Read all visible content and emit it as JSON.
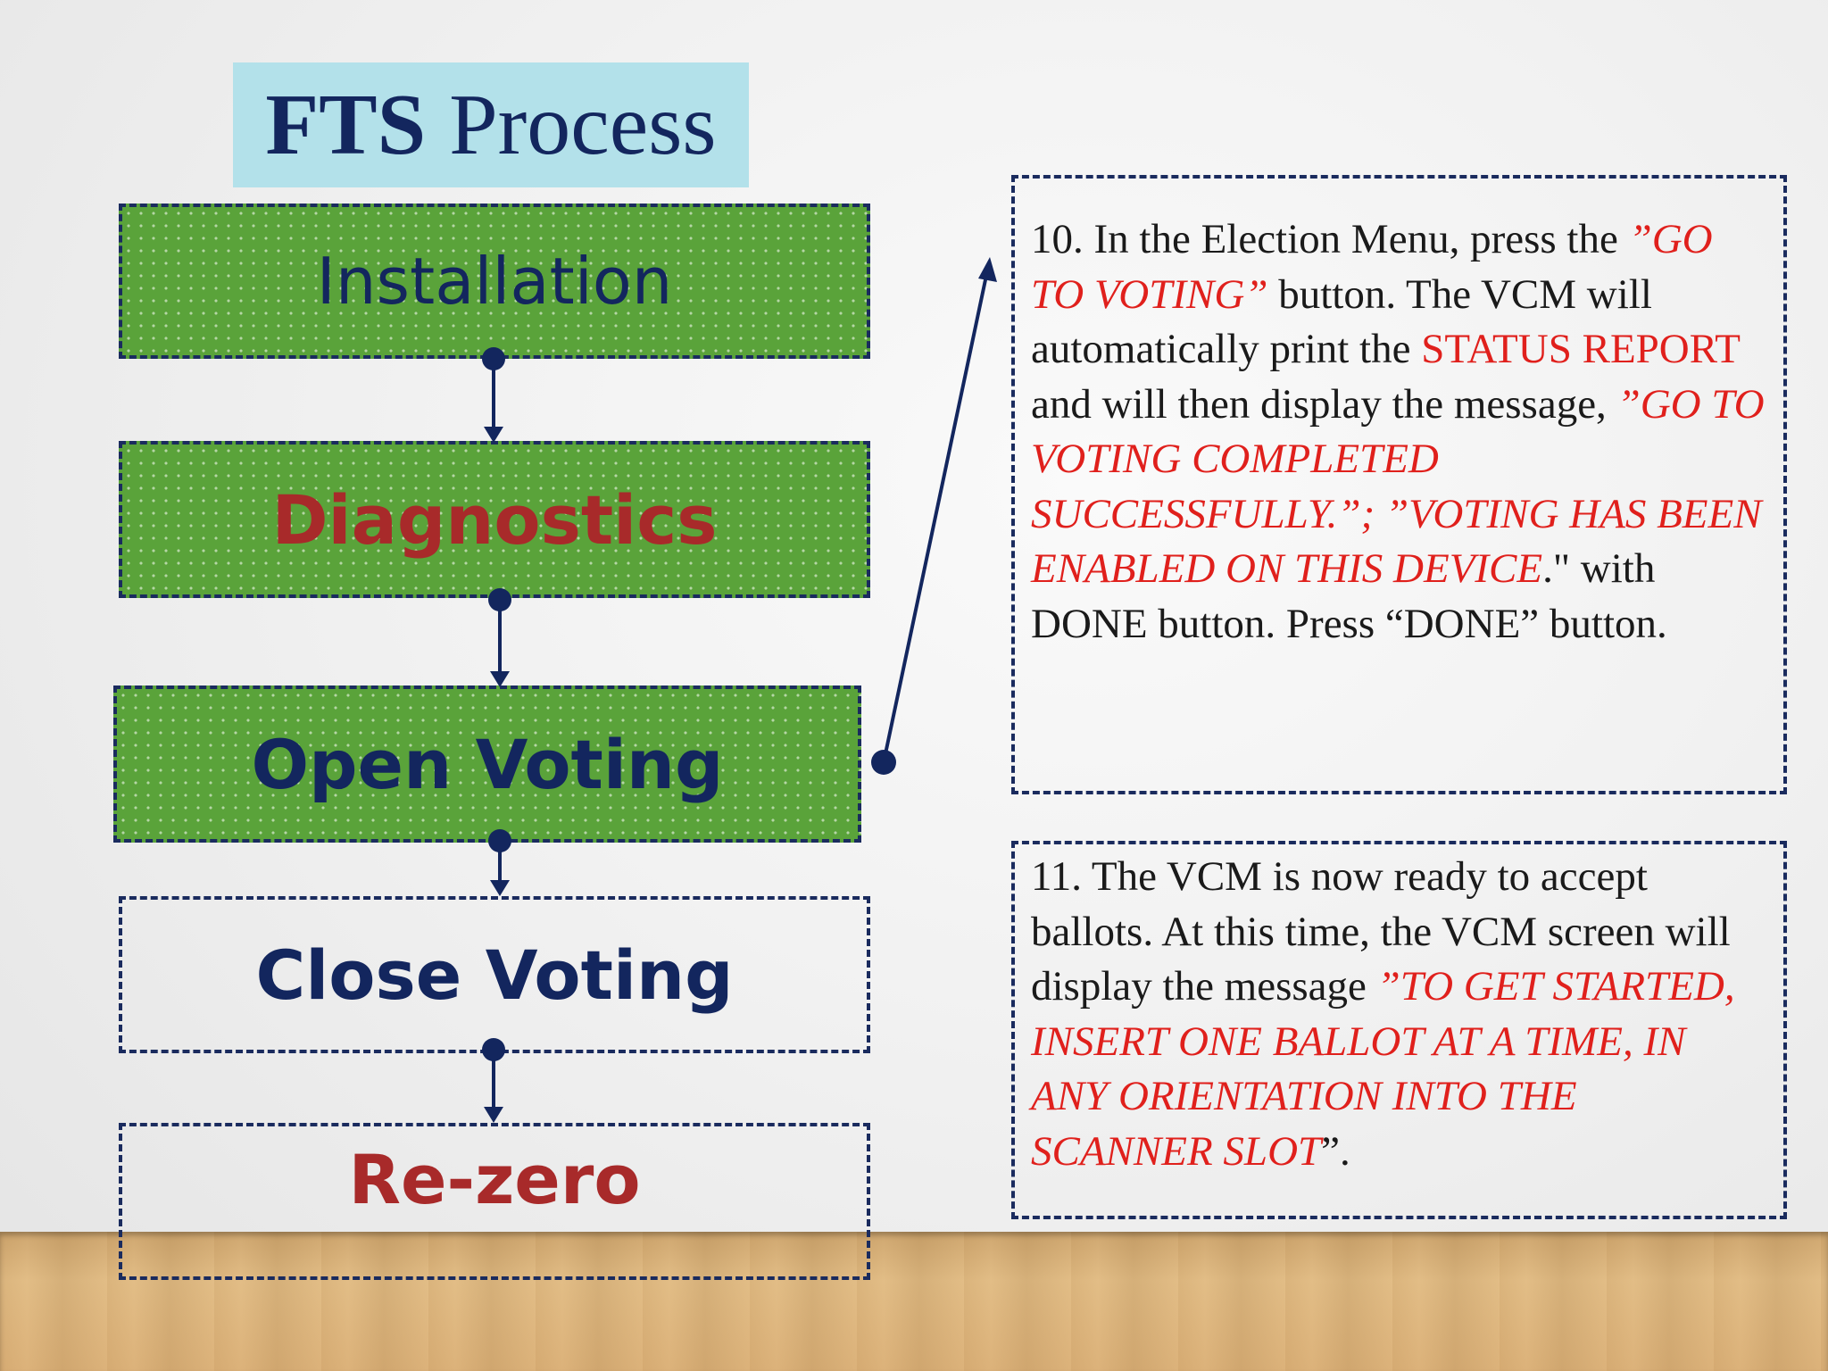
{
  "title": {
    "bold": "FTS",
    "rest": "Process"
  },
  "steps": [
    {
      "label": "Installation"
    },
    {
      "label": "Diagnostics"
    },
    {
      "label": "Open Voting"
    },
    {
      "label": "Close Voting"
    },
    {
      "label": "Re-zero"
    }
  ],
  "info": {
    "step10": {
      "t1": "10. In the Election Menu, press the ",
      "t2": "”GO TO VOTING”",
      "t3": " button.  The VCM will automatically print the ",
      "t4": "STATUS REPORT",
      "t5": " and will then display the message, ",
      "t6": "”GO TO VOTING COMPLETED SUCCESSFULLY.”; ”VOTING HAS BEEN ENABLED ON THIS DEVICE",
      "t7": ".\" with DONE button. Press “DONE” button."
    },
    "step11": {
      "t1": "11. The VCM is now ready to accept ballots. At this time, the VCM screen will display the message ",
      "t2": "”TO GET STARTED, INSERT ONE BALLOT AT A TIME, IN ANY ORIENTATION INTO THE SCANNER SLOT",
      "t3": "”."
    }
  },
  "colors": {
    "navy": "#13265e",
    "green": "#5aa33a",
    "dark_red": "#a82a2a",
    "red": "#e0201c",
    "title_bg": "#b3e1ea"
  }
}
